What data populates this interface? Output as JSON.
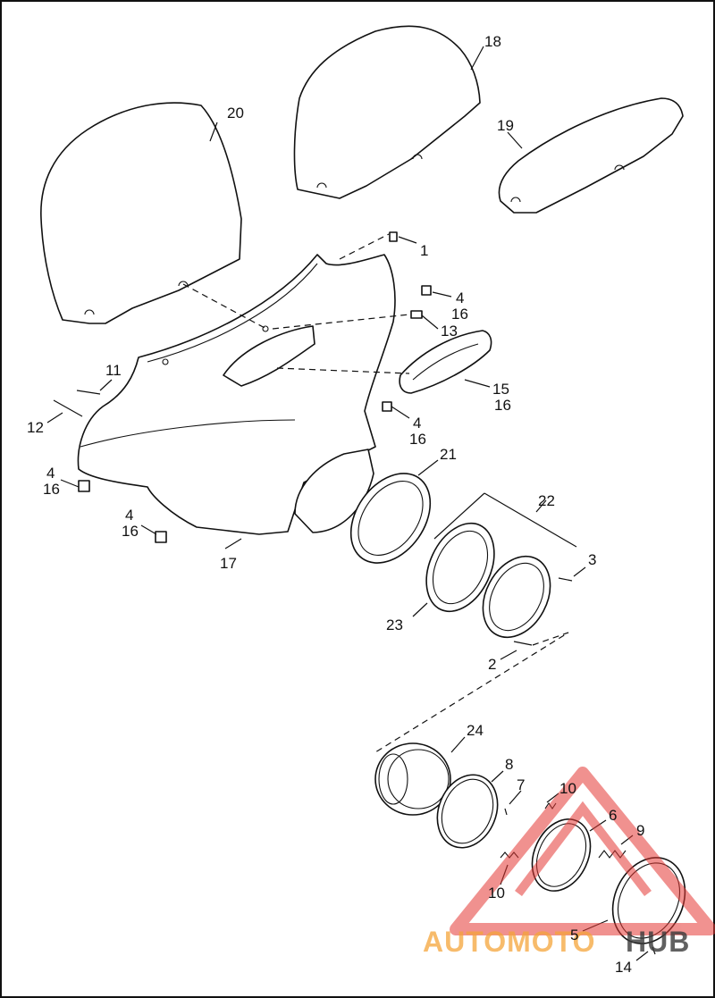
{
  "labels": {
    "p1": "1",
    "p2": "2",
    "p3": "3",
    "p4a": "4",
    "p16a": "16",
    "p4b": "4",
    "p16b": "16",
    "p4c": "4",
    "p16c": "16",
    "p4d": "4",
    "p16d": "16",
    "p5": "5",
    "p6": "6",
    "p7": "7",
    "p8": "8",
    "p9": "9",
    "p10a": "10",
    "p10b": "10",
    "p11": "11",
    "p12": "12",
    "p13": "13",
    "p14": "14",
    "p15": "15",
    "p16e": "16",
    "p17": "17",
    "p18": "18",
    "p19": "19",
    "p20": "20",
    "p21": "21",
    "p22": "22",
    "p23": "23",
    "p24": "24"
  },
  "watermark": {
    "part1": "AUTOMOTO",
    "part2": "HUB",
    "color1": "#f4a43a",
    "color2": "#3a3a3a",
    "logo_color": "#e53935"
  }
}
